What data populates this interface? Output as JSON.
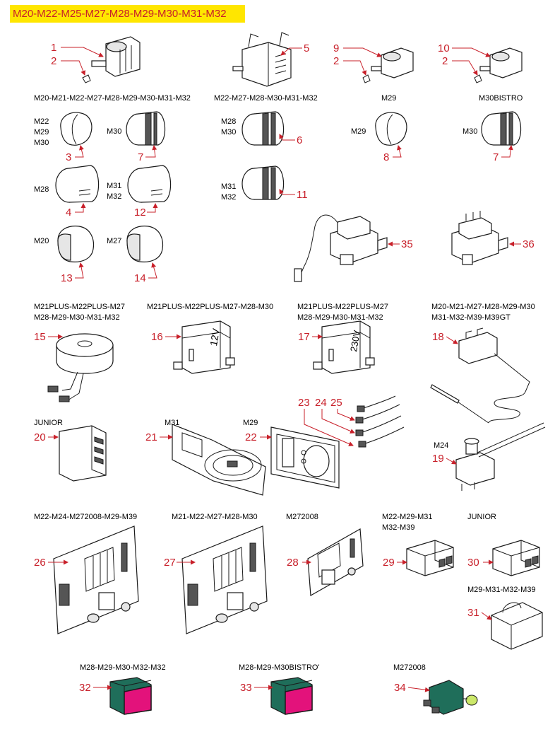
{
  "title": "M20-M22-M25-M27-M28-M29-M30-M31-M32",
  "labels": {
    "l_m20_32": "M20-M21-M22-M27-M28-M29-M30-M31-M32",
    "l_m22_32": "M22-M27-M28-M30-M31-M32",
    "l_m29": "M29",
    "l_m30b": "M30BISTRO",
    "k_m22": "M22",
    "k_m29a": "M29",
    "k_m30a": "M30",
    "k_m30b": "M30",
    "k_m28a": "M28",
    "k_m30c": "M30",
    "k_m29b": "M29",
    "k_m30d": "M30",
    "k_m28b": "M28",
    "k_m31a": "M31",
    "k_m32a": "M32",
    "k_m31b": "M31",
    "k_m32b": "M32",
    "k_m20": "M20",
    "k_m27": "M27",
    "c15a": "M21PLUS-M22PLUS-M27",
    "c15b": "M28-M29-M30-M31-M32",
    "c16": "M21PLUS-M22PLUS-M27-M28-M30",
    "c17a": "M21PLUS-M22PLUS-M27",
    "c17b": "M28-M29-M30-M31-M32",
    "c18a": "M20-M21-M27-M28-M29-M30",
    "c18b": "M31-M32-M39-M39GT",
    "c20": "JUNIOR",
    "c21": "M31",
    "c22": "M29",
    "c19": "M24",
    "c26": "M22-M24-M272008-M29-M39",
    "c27": "M21-M22-M27-M28-M30",
    "c28": "M272008",
    "c29a": "M22-M29-M31",
    "c29b": "M32-M39",
    "c30": "JUNIOR",
    "c31": "M29-M31-M32-M39",
    "c32": "M28-M29-M30-M32-M32",
    "c33": "M28-M29-M30BISTRO'",
    "c34": "M272008",
    "v12": "12V",
    "v230": "230V"
  },
  "callouts": {
    "n1": "1",
    "n2a": "2",
    "n5": "5",
    "n9": "9",
    "n2b": "2",
    "n10": "10",
    "n2c": "2",
    "n3": "3",
    "n7a": "7",
    "n6": "6",
    "n8": "8",
    "n7b": "7",
    "n4": "4",
    "n12": "12",
    "n11": "11",
    "n13": "13",
    "n14": "14",
    "n35": "35",
    "n36": "36",
    "n15": "15",
    "n16": "16",
    "n17": "17",
    "n18": "18",
    "n20": "20",
    "n21": "21",
    "n22": "22",
    "n23": "23",
    "n24": "24",
    "n25": "25",
    "n19": "19",
    "n26": "26",
    "n27": "27",
    "n28": "28",
    "n29": "29",
    "n30": "30",
    "n31": "31",
    "n32": "32",
    "n33": "33",
    "n34": "34"
  },
  "colors": {
    "banner": "#ffe600",
    "callout": "#c8202a",
    "switch_pink": "#e3127b",
    "switch_green": "#1f6e5a"
  }
}
